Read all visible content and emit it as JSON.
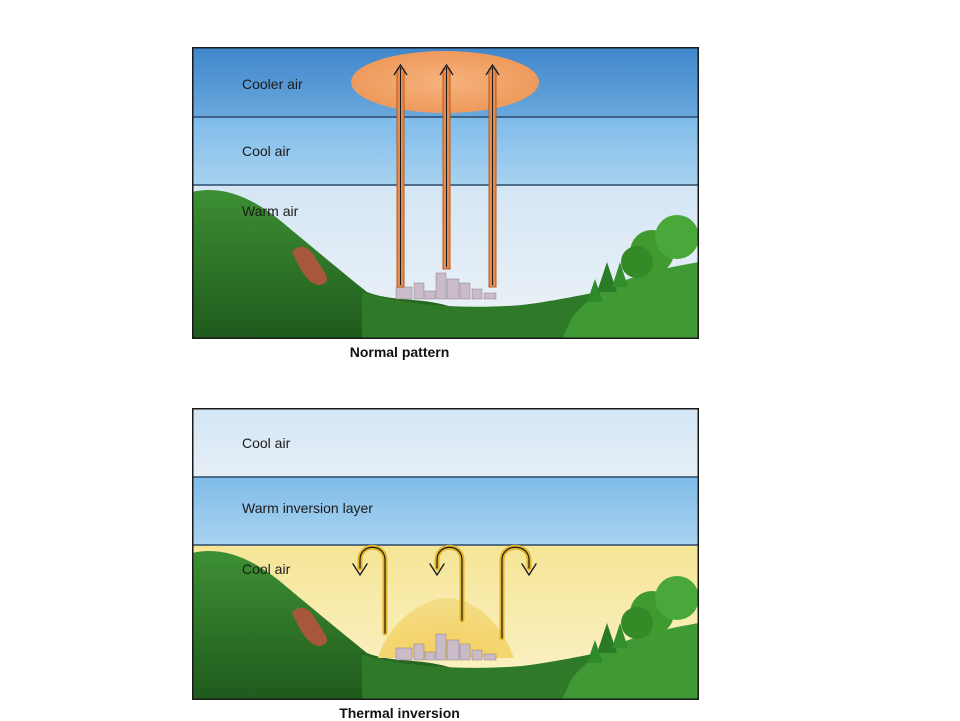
{
  "normal": {
    "layers": [
      "Cooler air",
      "Cool air",
      "Warm air"
    ],
    "caption": "Normal pattern"
  },
  "inversion": {
    "layers": [
      "Cool air",
      "Warm inversion layer",
      "Cool air"
    ],
    "caption": "Thermal inversion"
  },
  "colors": {
    "cooler_air": "#4a8fd0",
    "cool_air_blue": "#8cc3ec",
    "warm_air_pale": "#dfeaf4",
    "inversion_cool_pale": "#dceaf5",
    "inversion_warm": "#8ec6ec",
    "inversion_cool_yellow": "#f7eba8",
    "pollution_plume": "#f3a56a",
    "hill_green": "#2f7d2a",
    "arrow_warm": "#e07a3a",
    "arrow_dark": "#1a1a1a"
  }
}
